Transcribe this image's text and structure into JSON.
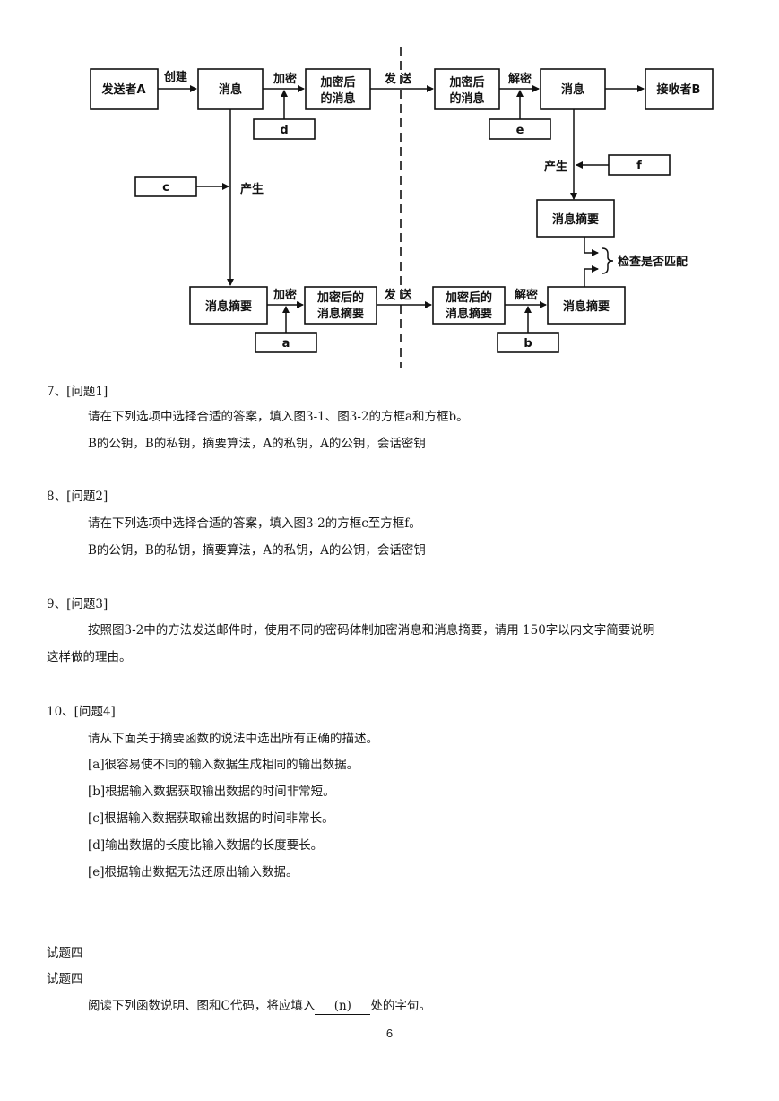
{
  "diagram": {
    "sender": "发送者A",
    "create": "创建",
    "msg_left": "消息",
    "encrypt_top": "加密",
    "enc_msg_l1": "加密后",
    "enc_msg_l2": "的消息",
    "send_top": "发 送",
    "enc_msg_r1": "加密后",
    "enc_msg_r2": "的消息",
    "decrypt_top": "解密",
    "msg_right": "消息",
    "receiver": "接收者B",
    "box_d": "d",
    "box_e": "e",
    "box_c": "c",
    "box_f": "f",
    "produce_left": "产生",
    "produce_right": "产生",
    "digest_right": "消息摘要",
    "check_match": "检查是否匹配",
    "digest_left": "消息摘要",
    "encrypt_bottom": "加密",
    "enc_digest_l1": "加密后的",
    "enc_digest_l2": "消息摘要",
    "send_bottom": "发 送",
    "enc_digest_r1": "加密后的",
    "enc_digest_r2": "消息摘要",
    "decrypt_bottom": "解密",
    "digest_bottom_right": "消息摘要",
    "box_a": "a",
    "box_b": "b"
  },
  "q7": {
    "title": "7、[问题1]",
    "line1": "请在下列选项中选择合适的答案，填入图3-1、图3-2的方框a和方框b。",
    "line2": "B的公钥，B的私钥，摘要算法，A的私钥，A的公钥，会话密钥"
  },
  "q8": {
    "title": "8、[问题2]",
    "line1": "请在下列选项中选择合适的答案，填入图3-2的方框c至方框f。",
    "line2": "B的公钥，B的私钥，摘要算法，A的私钥，A的公钥，会话密钥"
  },
  "q9": {
    "title": "9、[问题3]",
    "line1": "按照图3-2中的方法发送邮件时，使用不同的密码体制加密消息和消息摘要，请用 150字以内文字简要说明",
    "line2": "这样做的理由。"
  },
  "q10": {
    "title": "10、[问题4]",
    "line1": "请从下面关于摘要函数的说法中选出所有正确的描述。",
    "opt_a": "[a]很容易使不同的输入数据生成相同的输出数据。",
    "opt_b": "[b]根据输入数据获取输出数据的时间非常短。",
    "opt_c": "[c]根据输入数据获取输出数据的时间非常长。",
    "opt_d": "[d]输出数据的长度比输入数据的长度要长。",
    "opt_e": "[e]根据输出数据无法还原出输入数据。"
  },
  "section": {
    "heading1": "试题四",
    "heading2": "试题四",
    "read_prefix": "阅读下列函数说明、图和C代码，将应填入",
    "blank": "(n)",
    "read_suffix": "处的字句。"
  },
  "page_number": "6"
}
